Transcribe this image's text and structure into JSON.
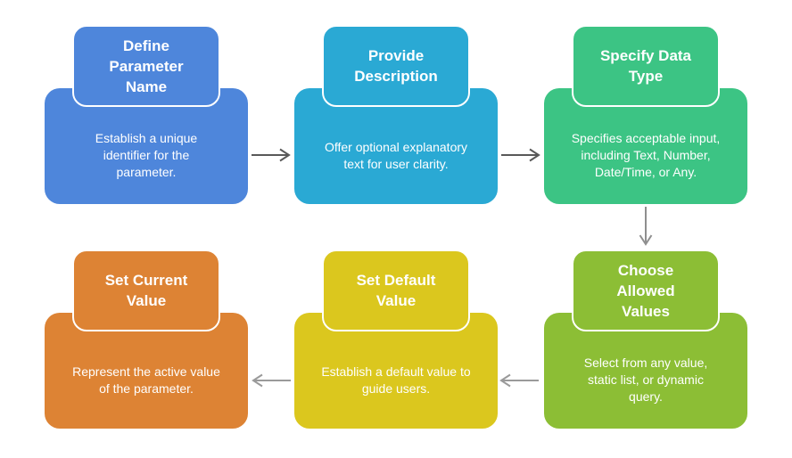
{
  "background": "#FFFFFF",
  "cards": [
    {
      "step": 1,
      "title": "Define\nParameter\nName",
      "description": "Establish a unique\nidentifier for the\nparameter.",
      "color": "#4E86DB"
    },
    {
      "step": 2,
      "title": "Provide\nDescription",
      "description": "Offer optional explanatory\ntext for user clarity.",
      "color": "#2AA9D4"
    },
    {
      "step": 3,
      "title": "Specify Data\nType",
      "description": "Specifies acceptable input,\nincluding Text, Number,\nDate/Time, or Any.",
      "color": "#3CC484"
    },
    {
      "step": 4,
      "title": "Choose\nAllowed\nValues",
      "description": "Select from any value,\nstatic list, or dynamic\nquery.",
      "color": "#8CBE35"
    },
    {
      "step": 5,
      "title": "Set Default\nValue",
      "description": "Establish a default value to\nguide users.",
      "color": "#DBC71E"
    },
    {
      "step": 6,
      "title": "Set Current\nValue",
      "description": "Represent the active value\nof the parameter.",
      "color": "#DD8334"
    }
  ],
  "arrows": [
    {
      "from": 1,
      "to": 2,
      "direction": "right",
      "color": "#595959"
    },
    {
      "from": 2,
      "to": 3,
      "direction": "right",
      "color": "#595959"
    },
    {
      "from": 3,
      "to": 4,
      "direction": "down",
      "color": "#8F8F8F"
    },
    {
      "from": 4,
      "to": 5,
      "direction": "left",
      "color": "#9A9A9A"
    },
    {
      "from": 5,
      "to": 6,
      "direction": "left",
      "color": "#9A9A9A"
    }
  ]
}
